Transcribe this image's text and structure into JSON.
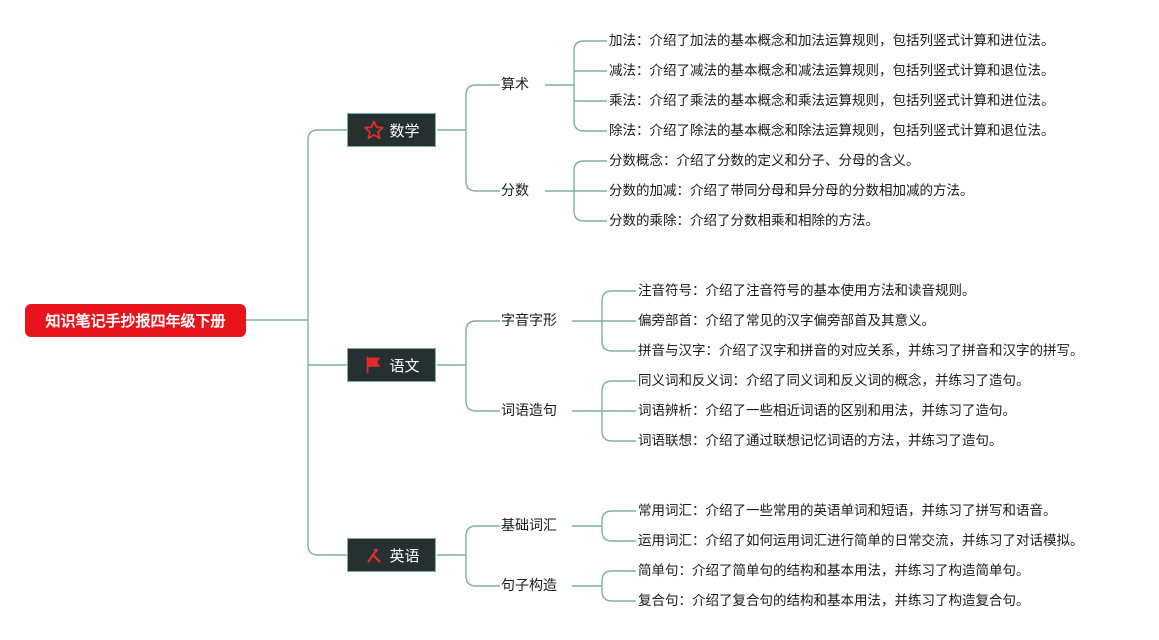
{
  "root": {
    "label": "知识笔记手抄报四年级下册"
  },
  "subjects": [
    {
      "label": "数学",
      "icon": "star-icon",
      "topics": [
        {
          "label": "算术",
          "items": [
            "加法：介绍了加法的基本概念和加法运算规则，包括列竖式计算和进位法。",
            "减法：介绍了减法的基本概念和减法运算规则，包括列竖式计算和退位法。",
            "乘法：介绍了乘法的基本概念和乘法运算规则，包括列竖式计算和进位法。",
            "除法：介绍了除法的基本概念和除法运算规则，包括列竖式计算和退位法。"
          ]
        },
        {
          "label": "分数",
          "items": [
            "分数概念：介绍了分数的定义和分子、分母的含义。",
            "分数的加减：介绍了带同分母和异分母的分数相加减的方法。",
            "分数的乘除：介绍了分数相乘和相除的方法。"
          ]
        }
      ]
    },
    {
      "label": "语文",
      "icon": "flag-icon",
      "topics": [
        {
          "label": "字音字形",
          "items": [
            "注音符号：介绍了注音符号的基本使用方法和读音规则。",
            "偏旁部首：介绍了常见的汉字偏旁部首及其意义。",
            "拼音与汉字：介绍了汉字和拼音的对应关系，并练习了拼音和汉字的拼写。"
          ]
        },
        {
          "label": "词语造句",
          "items": [
            "同义词和反义词：介绍了同义词和反义词的概念，并练习了造句。",
            "词语辨析：介绍了一些相近词语的区别和用法，并练习了造句。",
            "词语联想：介绍了通过联想记忆词语的方法，并练习了造句。"
          ]
        }
      ]
    },
    {
      "label": "英语",
      "icon": "tools-icon",
      "topics": [
        {
          "label": "基础词汇",
          "items": [
            "常用词汇：介绍了一些常用的英语单词和短语，并练习了拼写和语音。",
            "运用词汇：介绍了如何运用词汇进行简单的日常交流，并练习了对话模拟。"
          ]
        },
        {
          "label": "句子构造",
          "items": [
            "简单句：介绍了简单句的结构和基本用法，并练习了构造简单句。",
            "复合句：介绍了复合句的结构和基本用法，并练习了构造复合句。"
          ]
        }
      ]
    }
  ],
  "colors": {
    "root": "#e8141b",
    "subject_bg": "#263030",
    "line": "#7fb09b",
    "icon": "#e02b2b"
  }
}
